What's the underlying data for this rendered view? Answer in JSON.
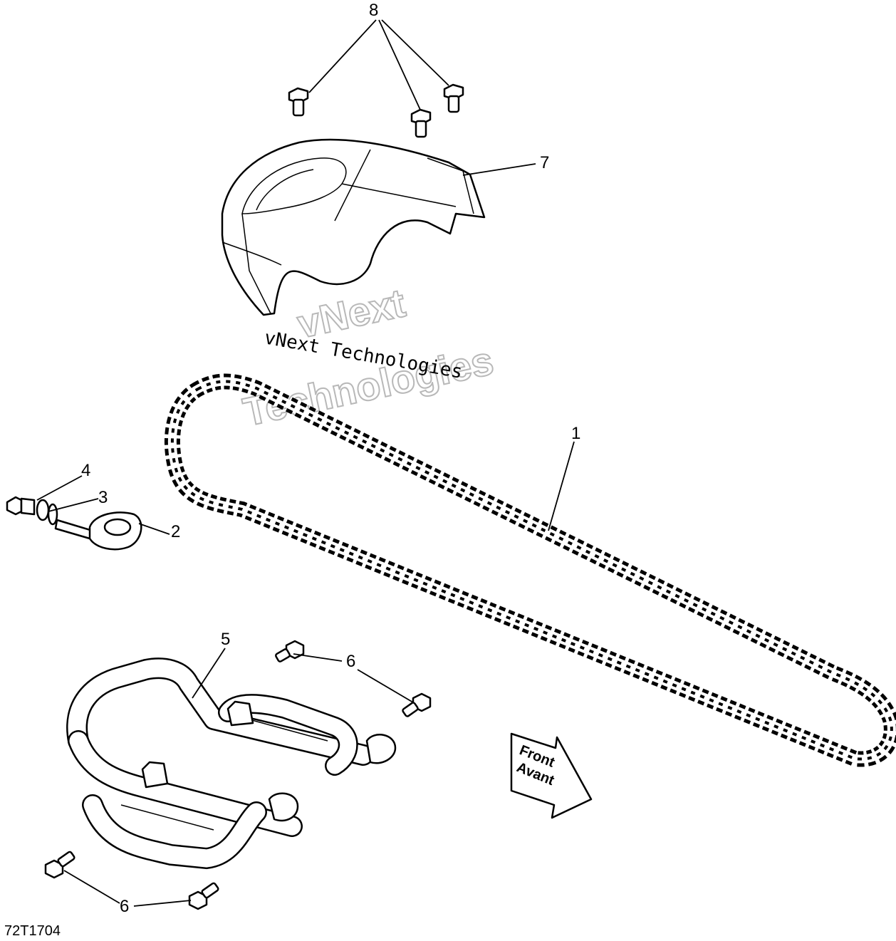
{
  "callouts": {
    "c1": "1",
    "c2": "2",
    "c3": "3",
    "c4": "4",
    "c5": "5",
    "c6a": "6",
    "c6b": "6",
    "c7": "7",
    "c8": "8"
  },
  "watermark": {
    "line": "vNext Technologies",
    "outline_top": "vNext",
    "outline_bottom": "Technologies"
  },
  "direction_arrow": {
    "line1": "Front",
    "line2": "Avant"
  },
  "drawing_id": "72T1704"
}
